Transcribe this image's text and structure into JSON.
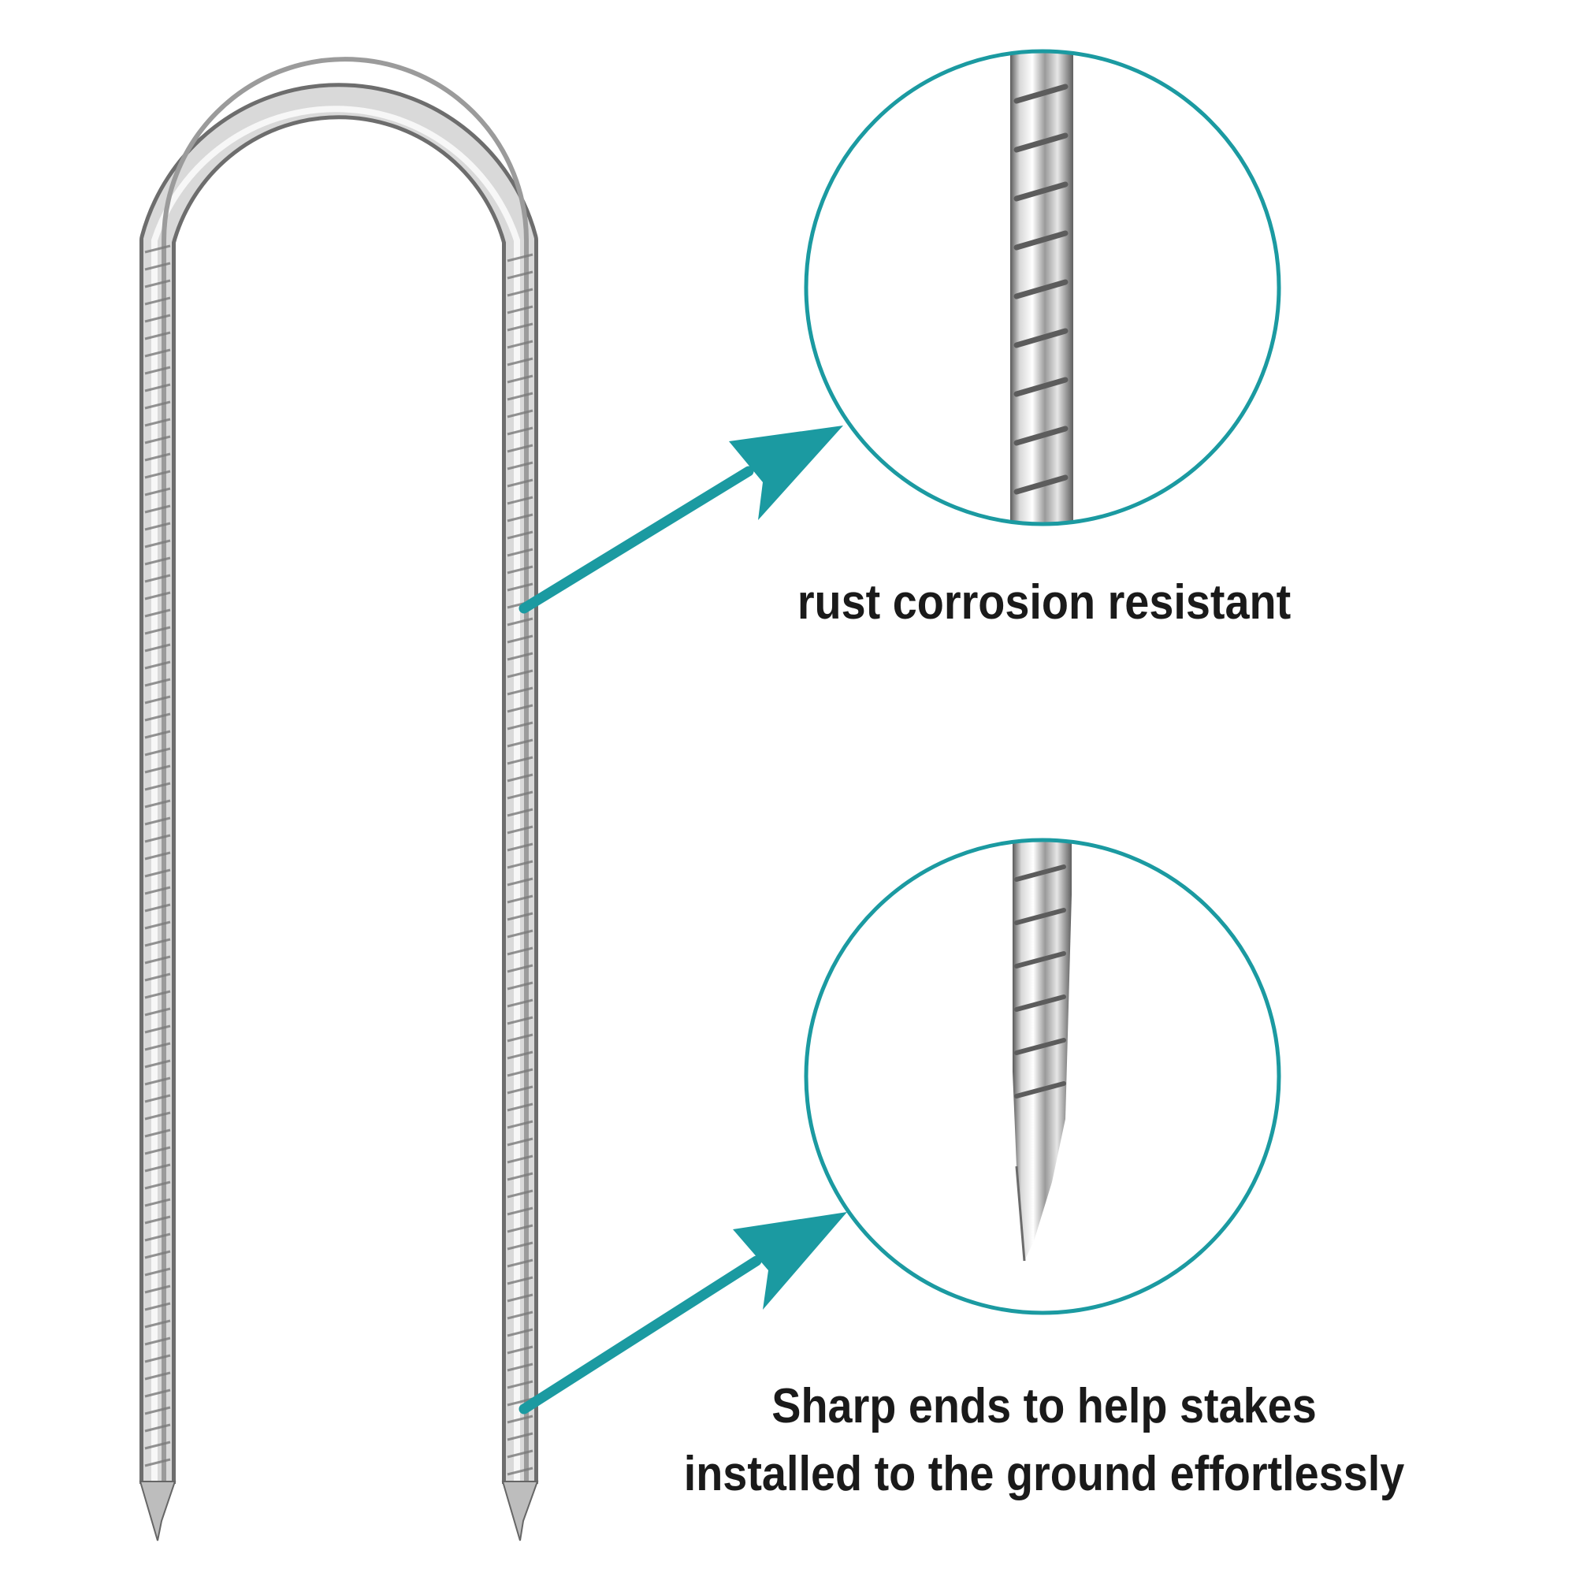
{
  "callouts": [
    {
      "lines": [
        "rust corrosion resistant"
      ],
      "detail": "ribbed-shaft-closeup"
    },
    {
      "lines": [
        "Sharp ends to help stakes",
        "installed to the ground effortlessly"
      ],
      "detail": "sharp-tip-closeup"
    }
  ],
  "colors": {
    "accent": "#1b9aa1",
    "metal_light": "#f2f2f2",
    "metal_mid": "#bdbdbd",
    "metal_dark": "#6f6f6f",
    "text": "#1a1a1a",
    "background": "#ffffff"
  }
}
